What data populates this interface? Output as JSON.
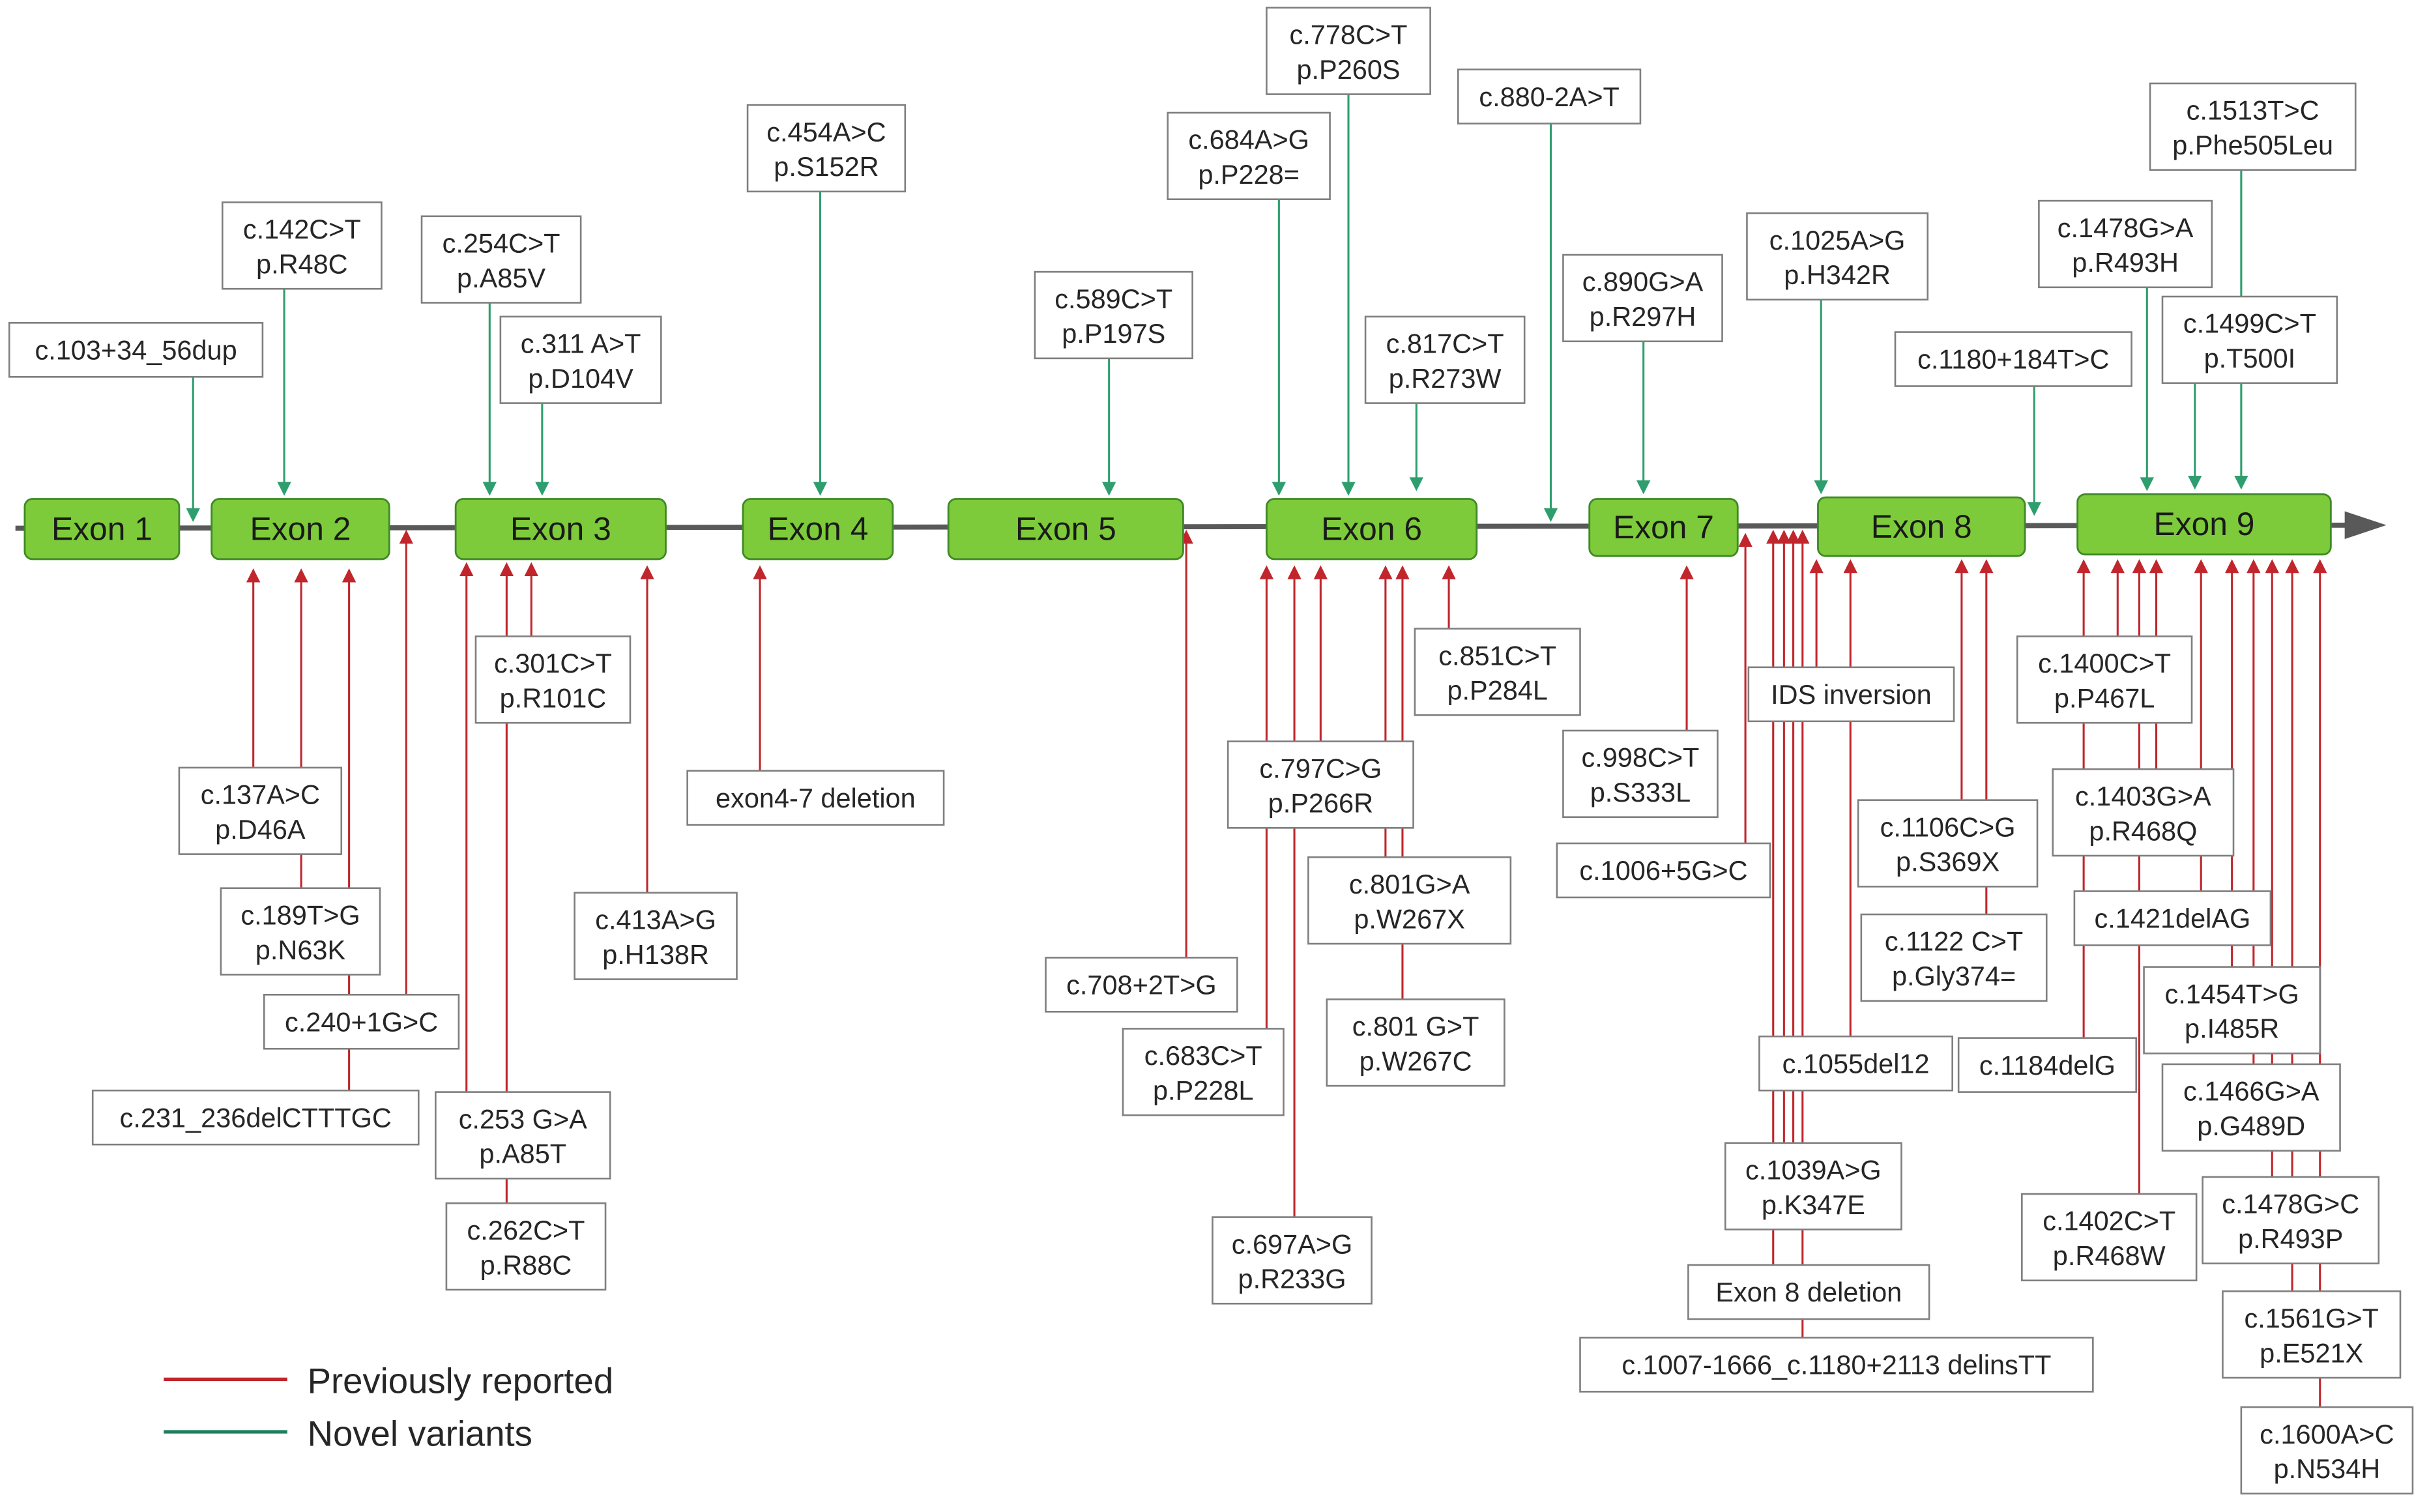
{
  "exons": [
    "Exon 1",
    "Exon 2",
    "Exon 3",
    "Exon 4",
    "Exon 5",
    "Exon 6",
    "Exon 7",
    "Exon 8",
    "Exon 9"
  ],
  "legend": {
    "previously_reported": "Previously reported",
    "novel": "Novel variants"
  },
  "colors": {
    "previously_reported": "#c0262c",
    "novel": "#2e9e6e",
    "exon_fill": "#7dcb3a",
    "exon_stroke": "#3f8a25",
    "axis": "#595959"
  },
  "novel_variants": [
    {
      "id": "n1",
      "lines": [
        "c.103+34_56dup"
      ]
    },
    {
      "id": "n2",
      "lines": [
        "c.142C>T",
        "p.R48C"
      ]
    },
    {
      "id": "n3",
      "lines": [
        "c.254C>T",
        "p.A85V"
      ]
    },
    {
      "id": "n4",
      "lines": [
        "c.311 A>T",
        "p.D104V"
      ]
    },
    {
      "id": "n5",
      "lines": [
        "c.454A>C",
        "p.S152R"
      ]
    },
    {
      "id": "n6",
      "lines": [
        "c.589C>T",
        "p.P197S"
      ]
    },
    {
      "id": "n7",
      "lines": [
        "c.684A>G",
        "p.P228="
      ]
    },
    {
      "id": "n8",
      "lines": [
        "c.778C>T",
        "p.P260S"
      ]
    },
    {
      "id": "n9",
      "lines": [
        "c.817C>T",
        "p.R273W"
      ]
    },
    {
      "id": "n10",
      "lines": [
        "c.880-2A>T"
      ]
    },
    {
      "id": "n11",
      "lines": [
        "c.890G>A",
        "p.R297H"
      ]
    },
    {
      "id": "n12",
      "lines": [
        "c.1025A>G",
        "p.H342R"
      ]
    },
    {
      "id": "n13",
      "lines": [
        "c.1180+184T>C"
      ]
    },
    {
      "id": "n14",
      "lines": [
        "c.1478G>A",
        "p.R493H"
      ]
    },
    {
      "id": "n15",
      "lines": [
        "c.1513T>C",
        "p.Phe505Leu"
      ]
    },
    {
      "id": "n16",
      "lines": [
        "c.1499C>T",
        "p.T500I"
      ]
    }
  ],
  "reported_variants": [
    {
      "id": "r1",
      "lines": [
        "c.137A>C",
        "p.D46A"
      ]
    },
    {
      "id": "r2",
      "lines": [
        "c.189T>G",
        "p.N63K"
      ]
    },
    {
      "id": "r3",
      "lines": [
        "c.240+1G>C"
      ]
    },
    {
      "id": "r4",
      "lines": [
        "c.231_236delCTTTGC"
      ]
    },
    {
      "id": "r5",
      "lines": [
        "c.301C>T",
        "p.R101C"
      ]
    },
    {
      "id": "r6",
      "lines": [
        "c.253 G>A",
        "p.A85T"
      ]
    },
    {
      "id": "r7",
      "lines": [
        "c.262C>T",
        "p.R88C"
      ]
    },
    {
      "id": "r8",
      "lines": [
        "c.413A>G",
        "p.H138R"
      ]
    },
    {
      "id": "r9",
      "lines": [
        "exon4-7 deletion"
      ]
    },
    {
      "id": "r10",
      "lines": [
        "c.708+2T>G"
      ]
    },
    {
      "id": "r11",
      "lines": [
        "c.683C>T",
        "p.P228L"
      ]
    },
    {
      "id": "r12",
      "lines": [
        "c.697A>G",
        "p.R233G"
      ]
    },
    {
      "id": "r13",
      "lines": [
        "c.797C>G",
        "p.P266R"
      ]
    },
    {
      "id": "r14",
      "lines": [
        "c.801G>A",
        "p.W267X"
      ]
    },
    {
      "id": "r15",
      "lines": [
        "c.801 G>T",
        "p.W267C"
      ]
    },
    {
      "id": "r16",
      "lines": [
        "c.851C>T",
        "p.P284L"
      ]
    },
    {
      "id": "r17",
      "lines": [
        "c.998C>T",
        "p.S333L"
      ]
    },
    {
      "id": "r18",
      "lines": [
        "c.1006+5G>C"
      ]
    },
    {
      "id": "r19",
      "lines": [
        "IDS inversion"
      ]
    },
    {
      "id": "r20",
      "lines": [
        "c.1055del12"
      ]
    },
    {
      "id": "r21",
      "lines": [
        "c.1039A>G",
        "p.K347E"
      ]
    },
    {
      "id": "r22",
      "lines": [
        "Exon 8 deletion"
      ]
    },
    {
      "id": "r23",
      "lines": [
        "c.1007-1666_c.1180+2113 delinsTT"
      ]
    },
    {
      "id": "r24",
      "lines": [
        "c.1106C>G",
        "p.S369X"
      ]
    },
    {
      "id": "r25",
      "lines": [
        "c.1122 C>T",
        "p.Gly374="
      ]
    },
    {
      "id": "r26",
      "lines": [
        "c.1184delG"
      ]
    },
    {
      "id": "r27",
      "lines": [
        "c.1400C>T",
        "p.P467L"
      ]
    },
    {
      "id": "r28",
      "lines": [
        "c.1403G>A",
        "p.R468Q"
      ]
    },
    {
      "id": "r29",
      "lines": [
        "c.1421delAG"
      ]
    },
    {
      "id": "r30",
      "lines": [
        "c.1454T>G",
        "p.I485R"
      ]
    },
    {
      "id": "r31",
      "lines": [
        "c.1466G>A",
        "p.G489D"
      ]
    },
    {
      "id": "r32",
      "lines": [
        "c.1402C>T",
        "p.R468W"
      ]
    },
    {
      "id": "r33",
      "lines": [
        "c.1478G>C",
        "p.R493P"
      ]
    },
    {
      "id": "r34",
      "lines": [
        "c.1561G>T",
        "p.E521X"
      ]
    },
    {
      "id": "r35",
      "lines": [
        "c.1600A>C",
        "p.N534H"
      ]
    }
  ]
}
